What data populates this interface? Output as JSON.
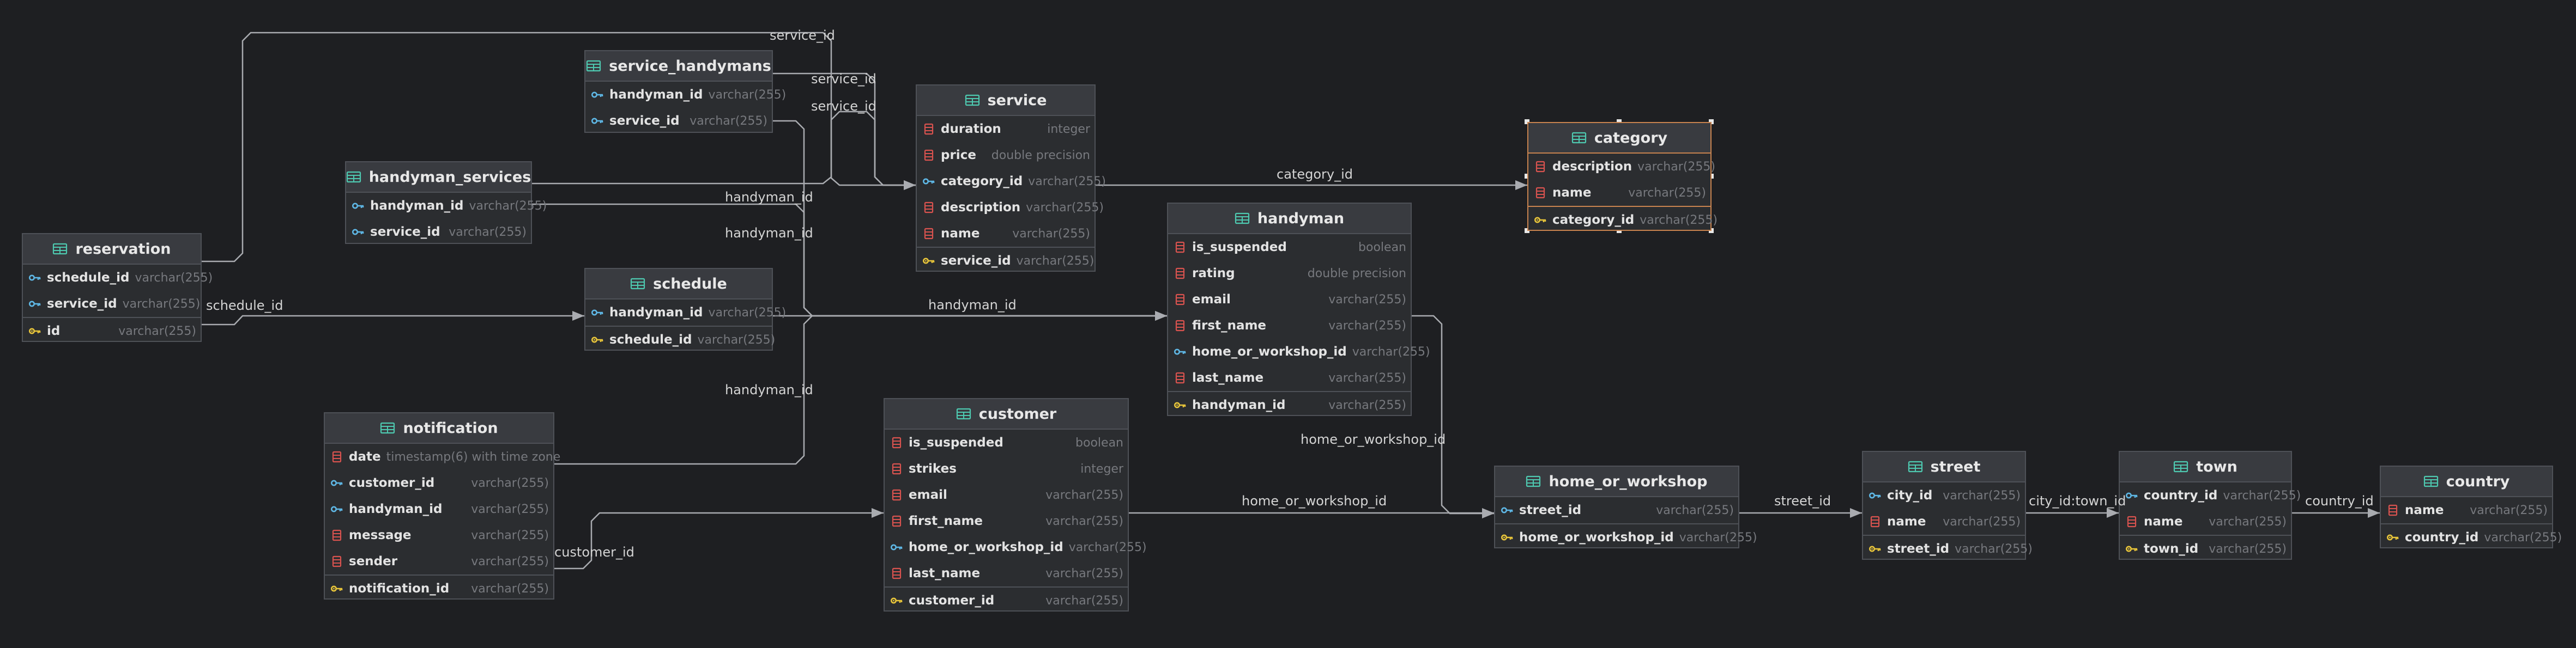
{
  "tables": [
    {
      "id": "reservation",
      "title": "reservation",
      "columns": [
        {
          "name": "schedule_id",
          "type": "varchar(255)",
          "kind": "fk"
        },
        {
          "name": "service_id",
          "type": "varchar(255)",
          "kind": "fk"
        },
        {
          "name": "id",
          "type": "varchar(255)",
          "kind": "pk"
        }
      ]
    },
    {
      "id": "handyman_services",
      "title": "handyman_services",
      "columns": [
        {
          "name": "handyman_id",
          "type": "varchar(255)",
          "kind": "fk"
        },
        {
          "name": "service_id",
          "type": "varchar(255)",
          "kind": "fk"
        }
      ]
    },
    {
      "id": "service_handymans",
      "title": "service_handymans",
      "columns": [
        {
          "name": "handyman_id",
          "type": "varchar(255)",
          "kind": "fk"
        },
        {
          "name": "service_id",
          "type": "varchar(255)",
          "kind": "fk"
        }
      ]
    },
    {
      "id": "service",
      "title": "service",
      "columns": [
        {
          "name": "duration",
          "type": "integer",
          "kind": "col"
        },
        {
          "name": "price",
          "type": "double precision",
          "kind": "col"
        },
        {
          "name": "category_id",
          "type": "varchar(255)",
          "kind": "fk"
        },
        {
          "name": "description",
          "type": "varchar(255)",
          "kind": "col"
        },
        {
          "name": "name",
          "type": "varchar(255)",
          "kind": "col"
        },
        {
          "name": "service_id",
          "type": "varchar(255)",
          "kind": "pk"
        }
      ]
    },
    {
      "id": "schedule",
      "title": "schedule",
      "columns": [
        {
          "name": "handyman_id",
          "type": "varchar(255)",
          "kind": "fk"
        },
        {
          "name": "schedule_id",
          "type": "varchar(255)",
          "kind": "pk"
        }
      ]
    },
    {
      "id": "handyman",
      "title": "handyman",
      "columns": [
        {
          "name": "is_suspended",
          "type": "boolean",
          "kind": "col"
        },
        {
          "name": "rating",
          "type": "double precision",
          "kind": "col"
        },
        {
          "name": "email",
          "type": "varchar(255)",
          "kind": "col"
        },
        {
          "name": "first_name",
          "type": "varchar(255)",
          "kind": "col"
        },
        {
          "name": "home_or_workshop_id",
          "type": "varchar(255)",
          "kind": "fk"
        },
        {
          "name": "last_name",
          "type": "varchar(255)",
          "kind": "col"
        },
        {
          "name": "handyman_id",
          "type": "varchar(255)",
          "kind": "pk"
        }
      ]
    },
    {
      "id": "category",
      "title": "category",
      "selected": true,
      "columns": [
        {
          "name": "description",
          "type": "varchar(255)",
          "kind": "col"
        },
        {
          "name": "name",
          "type": "varchar(255)",
          "kind": "col"
        },
        {
          "name": "category_id",
          "type": "varchar(255)",
          "kind": "pk"
        }
      ]
    },
    {
      "id": "notification",
      "title": "notification",
      "columns": [
        {
          "name": "date",
          "type": "timestamp(6) with time zone",
          "kind": "col"
        },
        {
          "name": "customer_id",
          "type": "varchar(255)",
          "kind": "fk"
        },
        {
          "name": "handyman_id",
          "type": "varchar(255)",
          "kind": "fk"
        },
        {
          "name": "message",
          "type": "varchar(255)",
          "kind": "col"
        },
        {
          "name": "sender",
          "type": "varchar(255)",
          "kind": "col"
        },
        {
          "name": "notification_id",
          "type": "varchar(255)",
          "kind": "pk"
        }
      ]
    },
    {
      "id": "customer",
      "title": "customer",
      "columns": [
        {
          "name": "is_suspended",
          "type": "boolean",
          "kind": "col"
        },
        {
          "name": "strikes",
          "type": "integer",
          "kind": "col"
        },
        {
          "name": "email",
          "type": "varchar(255)",
          "kind": "col"
        },
        {
          "name": "first_name",
          "type": "varchar(255)",
          "kind": "col"
        },
        {
          "name": "home_or_workshop_id",
          "type": "varchar(255)",
          "kind": "fk"
        },
        {
          "name": "last_name",
          "type": "varchar(255)",
          "kind": "col"
        },
        {
          "name": "customer_id",
          "type": "varchar(255)",
          "kind": "pk"
        }
      ]
    },
    {
      "id": "home_or_workshop",
      "title": "home_or_workshop",
      "columns": [
        {
          "name": "street_id",
          "type": "varchar(255)",
          "kind": "fk"
        },
        {
          "name": "home_or_workshop_id",
          "type": "varchar(255)",
          "kind": "pk"
        }
      ]
    },
    {
      "id": "street",
      "title": "street",
      "columns": [
        {
          "name": "city_id",
          "type": "varchar(255)",
          "kind": "fk"
        },
        {
          "name": "name",
          "type": "varchar(255)",
          "kind": "col"
        },
        {
          "name": "street_id",
          "type": "varchar(255)",
          "kind": "pk"
        }
      ]
    },
    {
      "id": "town",
      "title": "town",
      "columns": [
        {
          "name": "country_id",
          "type": "varchar(255)",
          "kind": "fk"
        },
        {
          "name": "name",
          "type": "varchar(255)",
          "kind": "col"
        },
        {
          "name": "town_id",
          "type": "varchar(255)",
          "kind": "pk"
        }
      ]
    },
    {
      "id": "country",
      "title": "country",
      "columns": [
        {
          "name": "name",
          "type": "varchar(255)",
          "kind": "col"
        },
        {
          "name": "country_id",
          "type": "varchar(255)",
          "kind": "pk"
        }
      ]
    }
  ],
  "relations": [
    {
      "id": "rel-reservation-service",
      "from": "reservation",
      "to": "service",
      "label": "service_id"
    },
    {
      "id": "rel-sh-service",
      "from": "service_handymans",
      "to": "service",
      "label": "service_id"
    },
    {
      "id": "rel-hs-service",
      "from": "handyman_services",
      "to": "service",
      "label": "service_id"
    },
    {
      "id": "rel-service-category",
      "from": "service",
      "to": "category",
      "label": "category_id"
    },
    {
      "id": "rel-reservation-schedule",
      "from": "reservation",
      "to": "schedule",
      "label": "schedule_id"
    },
    {
      "id": "rel-hs-handyman",
      "from": "handyman_services",
      "to": "handyman",
      "label": "handyman_id"
    },
    {
      "id": "rel-sh-handyman",
      "from": "service_handymans",
      "to": "handyman",
      "label": "handyman_id"
    },
    {
      "id": "rel-schedule-handyman",
      "from": "schedule",
      "to": "handyman",
      "label": "handyman_id"
    },
    {
      "id": "rel-notification-handyman",
      "from": "notification",
      "to": "handyman",
      "label": "handyman_id"
    },
    {
      "id": "rel-handyman-how",
      "from": "handyman",
      "to": "home_or_workshop",
      "label": "home_or_workshop_id"
    },
    {
      "id": "rel-notification-customer",
      "from": "notification",
      "to": "customer",
      "label": "customer_id"
    },
    {
      "id": "rel-customer-how",
      "from": "customer",
      "to": "home_or_workshop",
      "label": "home_or_workshop_id"
    },
    {
      "id": "rel-how-street",
      "from": "home_or_workshop",
      "to": "street",
      "label": "street_id"
    },
    {
      "id": "rel-street-town",
      "from": "street",
      "to": "town",
      "label": "city_id:town_id"
    },
    {
      "id": "rel-town-country",
      "from": "town",
      "to": "country",
      "label": "country_id"
    }
  ],
  "colors": {
    "pk_icon": "#e8c53a",
    "fk_icon": "#5fb8e6",
    "column_icon": "#d9534f",
    "table_icon": "#4ec9b0",
    "edge": "#a9abb0",
    "selection": "#c8834f"
  }
}
